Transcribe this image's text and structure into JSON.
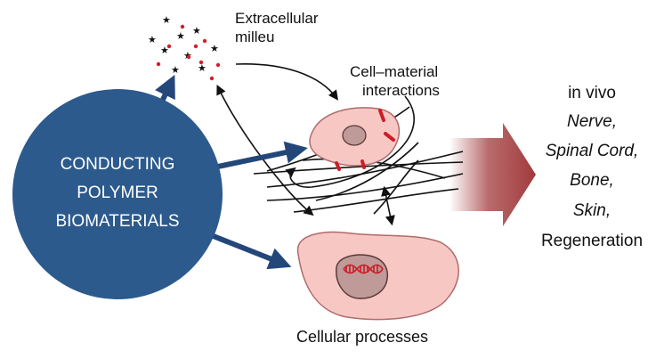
{
  "hub": {
    "lines": [
      "CONDUCTING",
      "POLYMER",
      "BIOMATERIALS"
    ],
    "color": "#2c5a8c"
  },
  "labels": {
    "extracellular_line1": "Extracellular",
    "extracellular_line2": "milleu",
    "cell_material_line1": "Cell–material",
    "cell_material_line2": "interactions",
    "cellular_processes": "Cellular processes"
  },
  "in_vivo": {
    "heading": "in vivo",
    "items": [
      "Nerve,",
      "Spinal Cord,",
      "Bone,",
      "Skin,"
    ],
    "last": "Regeneration"
  },
  "colors": {
    "arrow_blue": "#24477a",
    "cell_fill": "#f7c7c4",
    "cell_stroke": "#b06a6a",
    "nucleus_fill": "#bf9a98",
    "block_arrow": "#a13a3c",
    "molecule_red": "#d21f2a",
    "adhesion_red": "#cc1d25"
  }
}
